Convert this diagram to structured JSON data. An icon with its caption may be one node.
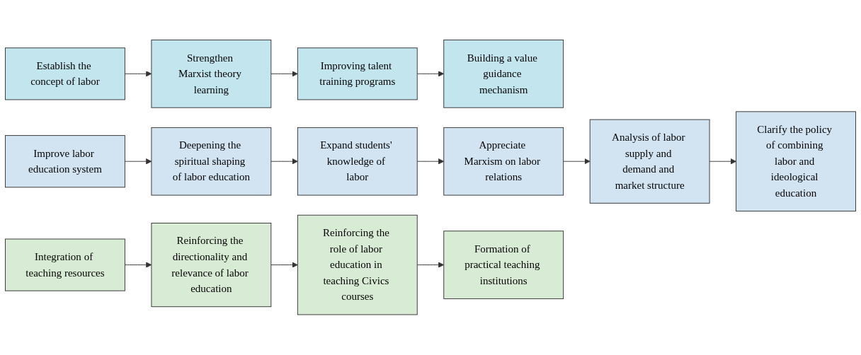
{
  "diagram": {
    "nodes": [
      {
        "text": [
          "Establish the concept of labor"
        ]
      },
      {
        "text": [
          "Strengthen Marxist theory learning"
        ]
      },
      {
        "text": [
          "Improving talent training programs"
        ]
      },
      {
        "text": [
          "Building a value guidance mechanism"
        ]
      },
      {
        "text": [
          "Improve labor education system"
        ]
      },
      {
        "text": [
          "Deepening the spiritual shaping of labor education"
        ]
      },
      {
        "text": [
          "Expand students' knowledge of labor"
        ]
      },
      {
        "text": [
          "Appreciate Marxism on labor relations"
        ]
      },
      {
        "text": [
          "Analysis of labor supply and demand and market structure"
        ]
      },
      {
        "text": [
          "Clarify the policy of combining labor and ideological education"
        ]
      },
      {
        "text": [
          "Integration of teaching resources"
        ]
      },
      {
        "text": [
          "Reinforcing the directionality and relevance of labor education"
        ]
      },
      {
        "text": [
          "Reinforcing the role of labor education in teaching Civics courses"
        ]
      },
      {
        "text": [
          "Formation of practical teaching institutions"
        ]
      }
    ],
    "edges": [
      {
        "from": 0,
        "to": 1,
        "arrow": "to"
      },
      {
        "from": 1,
        "to": 2,
        "arrow": "to"
      },
      {
        "from": 2,
        "to": 3,
        "arrow": "to"
      },
      {
        "from": 4,
        "to": 5,
        "arrow": "to"
      },
      {
        "from": 5,
        "to": 6,
        "arrow": "to"
      },
      {
        "from": 6,
        "to": 7,
        "arrow": "to"
      },
      {
        "from": 7,
        "to": 8,
        "arrow": "to"
      },
      {
        "from": 8,
        "to": 9,
        "arrow": "to"
      },
      {
        "from": 10,
        "to": 11,
        "arrow": "to"
      },
      {
        "from": 11,
        "to": 12,
        "arrow": "to"
      },
      {
        "from": 12,
        "to": 13,
        "arrow": "to"
      }
    ]
  }
}
